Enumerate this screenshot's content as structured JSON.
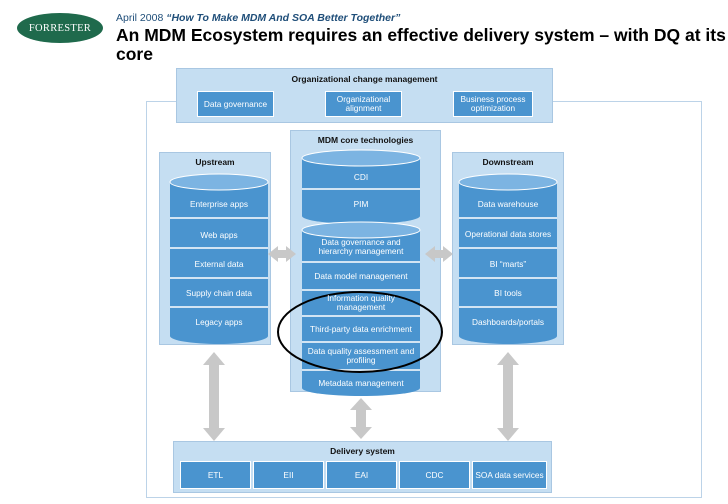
{
  "header": {
    "logo_text": "FORRESTER",
    "date": "April 2008",
    "report_title": "“How To Make MDM And SOA Better Together”",
    "title": "An MDM Ecosystem requires an effective delivery system – with DQ at its core"
  },
  "org_change": {
    "title": "Organizational change management",
    "items": [
      "Data governance",
      "Organizational alignment",
      "Business process optimization"
    ]
  },
  "upstream": {
    "title": "Upstream",
    "items": [
      "Enterprise apps",
      "Web apps",
      "External data",
      "Supply chain data",
      "Legacy apps"
    ]
  },
  "core": {
    "title": "MDM core technologies",
    "top_items": [
      "CDI",
      "PIM"
    ],
    "bottom_items": [
      "Data governance and hierarchy management",
      "Data model management",
      "Information quality management",
      "Third-party data enrichment",
      "Data quality assessment and profiling",
      "Metadata management"
    ]
  },
  "downstream": {
    "title": "Downstream",
    "items": [
      "Data warehouse",
      "Operational data stores",
      "BI “marts”",
      "BI tools",
      "Dashboards/portals"
    ]
  },
  "delivery": {
    "title": "Delivery system",
    "items": [
      "ETL",
      "EII",
      "EAI",
      "CDC",
      "SOA data services"
    ]
  },
  "colors": {
    "panel": "#c5def2",
    "cylinder": "#4a94cf",
    "cylinder_top": "#7cb4e2",
    "arrow": "#c8c8c8",
    "logo": "#1f6a4c",
    "header_blue": "#1f4e79"
  }
}
